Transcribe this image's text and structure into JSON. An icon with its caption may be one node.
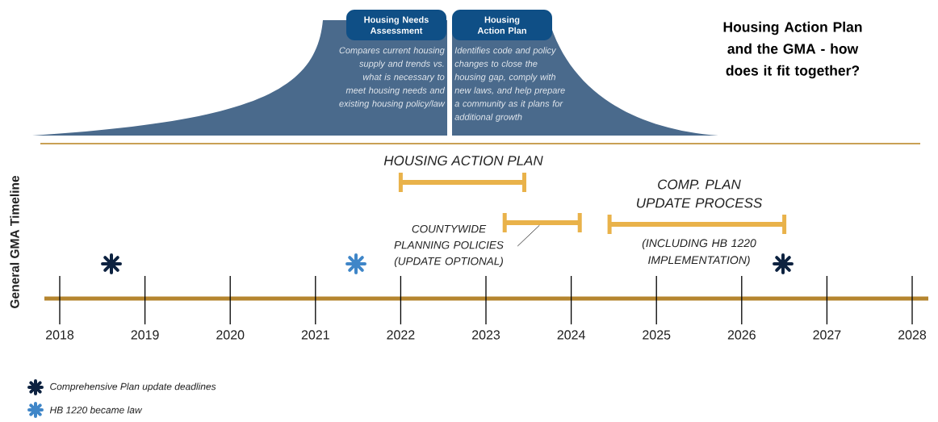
{
  "diagram": {
    "title": "Housing Action Plan and the GMA - how does it fit together?",
    "nodes": [
      {
        "text": [
          "Housing Needs Assessment",
          "Compares current housing supply and trends vs. what is necessary to meet housing needs and existing housing policy/law"
        ]
      },
      {
        "text": [
          "Housing Action Plan",
          "Identifies code and policy changes to close the housing gap, comply with new laws, and help prepare a community as it plans for additional growth"
        ]
      },
      {
        "text": [
          "COUNTYWIDE PLANNING POLICIES (UPDATE OPTIONAL)"
        ]
      },
      {
        "text": [],
        "shape": "bar"
      }
    ],
    "edges": [
      {
        "from": 2,
        "to": 3,
        "arrow": "none"
      }
    ],
    "labels": [
      "General GMA Timeline",
      "HOUSING ACTION PLAN",
      "COMP. PLAN UPDATE PROCESS",
      "(INCLUDING HB 1220 IMPLEMENTATION)",
      "2018",
      "2019",
      "2020",
      "2021",
      "2022",
      "2023",
      "2024",
      "2025",
      "2026",
      "2027",
      "2028"
    ],
    "legend": [
      {
        "text": "Comprehensive Plan update deadlines"
      },
      {
        "text": "HB 1220 became law"
      }
    ]
  }
}
